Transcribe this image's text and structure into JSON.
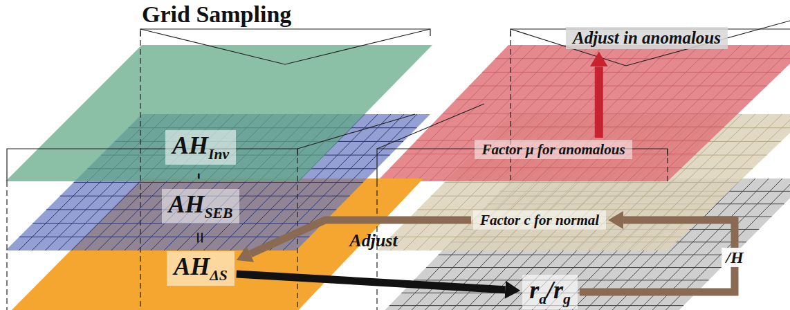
{
  "diagram": {
    "title": "Grid Sampling",
    "nodes": [
      {
        "text": [
          "AH",
          "Inv"
        ]
      },
      {
        "text": [
          "AH",
          "SEB"
        ]
      },
      {
        "text": [
          "AH",
          "ΔS"
        ]
      },
      {
        "text": [
          "r",
          "a",
          "/",
          "r",
          "g"
        ]
      },
      {
        "text": [
          "Factor c for normal"
        ]
      },
      {
        "text": [
          "Factor μ for anomalous"
        ]
      },
      {
        "text": [
          "Adjust in anomalous"
        ]
      }
    ],
    "edges": [
      {
        "from": 2,
        "to": 3,
        "arrow": "to"
      },
      {
        "from": 4,
        "to": 2,
        "label": "Adjust",
        "arrow": "to"
      },
      {
        "from": 3,
        "to": 4,
        "label": "/H",
        "arrow": "to"
      },
      {
        "from": 5,
        "to": 6,
        "arrow": "to"
      }
    ],
    "labels": [
      "-",
      "="
    ]
  }
}
